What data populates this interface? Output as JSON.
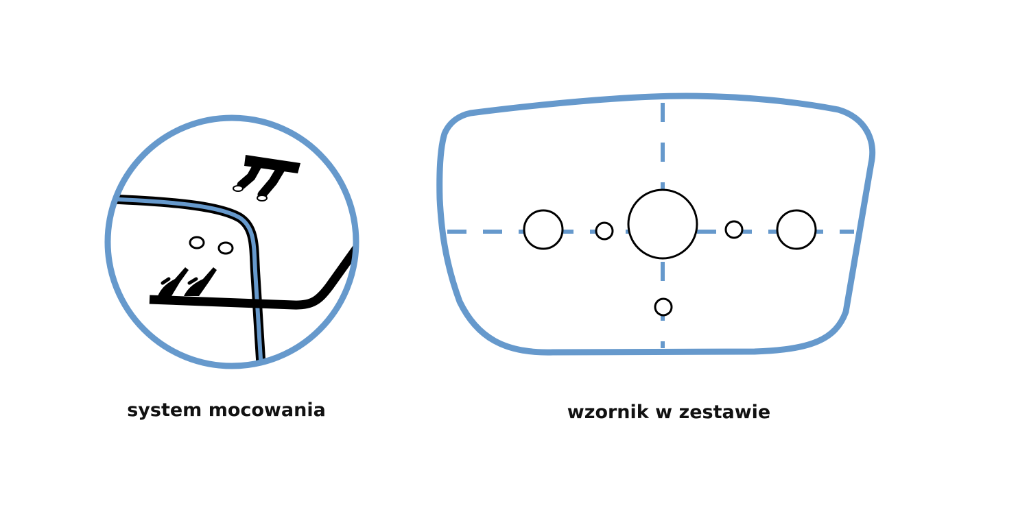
{
  "colors": {
    "outline_blue": "#6699cc",
    "ink_black": "#000000",
    "background": "#ffffff"
  },
  "figures": {
    "mounting": {
      "caption": "system mocowania"
    },
    "template": {
      "caption": "wzornik w zestawie",
      "hole_count": 6
    }
  }
}
